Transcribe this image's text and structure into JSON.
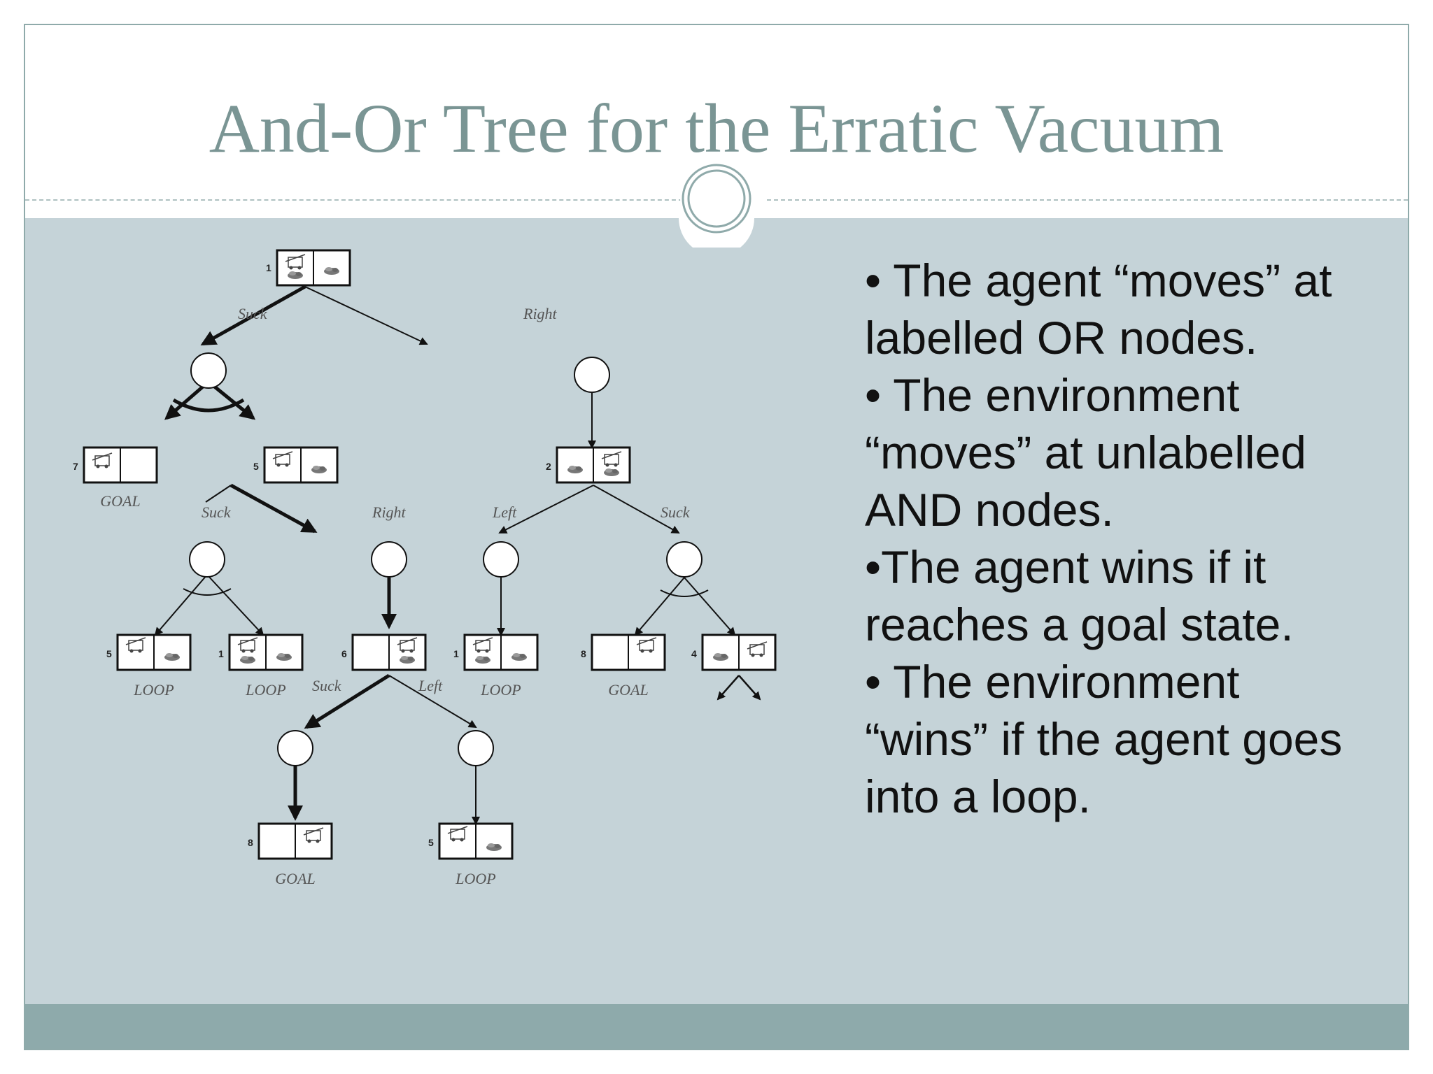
{
  "slide": {
    "title": "And-Or Tree for the Erratic Vacuum",
    "bullets": [
      "• The agent “moves” at labelled OR nodes.",
      "• The environment “moves” at unlabelled AND nodes.",
      "•The agent wins if it reaches a goal state.",
      "• The environment “wins” if the agent goes into a loop."
    ]
  },
  "diagram": {
    "edge_labels": {
      "root_left": "Suck",
      "root_right": "Right",
      "s5_left": "Suck",
      "s5_right": "Right",
      "s2_left": "Left",
      "s2_right": "Suck",
      "s6_left": "Suck",
      "s6_right": "Left"
    },
    "state_numbers": {
      "root": "1",
      "s7": "7",
      "s5": "5",
      "s2": "2",
      "l5": "5",
      "l1": "1",
      "s6": "6",
      "r1": "1",
      "r8": "8",
      "r4": "4",
      "g8": "8",
      "g5": "5"
    },
    "outcome_labels": {
      "s7": "GOAL",
      "l5": "LOOP",
      "l1": "LOOP",
      "r1": "LOOP",
      "r8": "GOAL",
      "g8": "GOAL",
      "g5": "LOOP"
    }
  },
  "colors": {
    "title": "#7a9594",
    "content_bg": "#c5d3d8",
    "footer_band": "#8eaaab",
    "frame": "#8faaaa"
  }
}
